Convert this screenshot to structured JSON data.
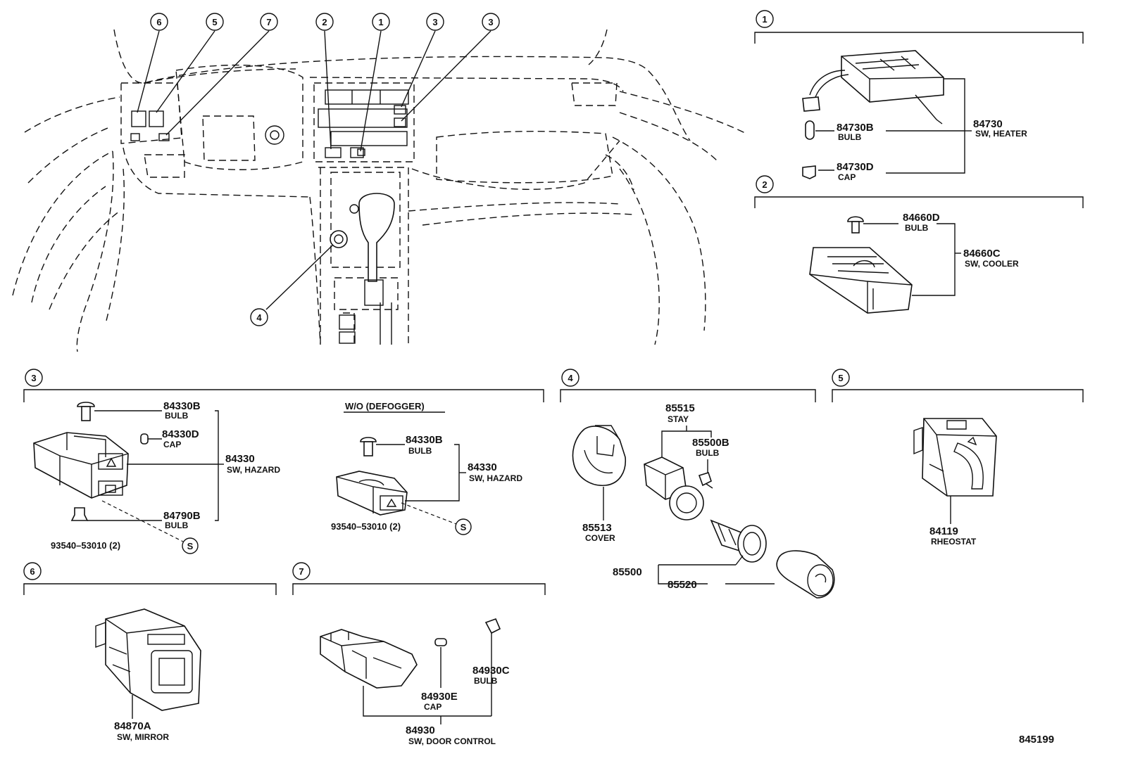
{
  "drawing_id": "845199",
  "callouts": [
    "6",
    "5",
    "7",
    "2",
    "1",
    "3",
    "3",
    "4"
  ],
  "sections": {
    "s1": {
      "num": "1",
      "parts": [
        {
          "no": "84730",
          "desc": "SW, HEATER"
        },
        {
          "no": "84730B",
          "desc": "BULB"
        },
        {
          "no": "84730D",
          "desc": "CAP"
        }
      ]
    },
    "s2": {
      "num": "2",
      "parts": [
        {
          "no": "84660D",
          "desc": "BULB"
        },
        {
          "no": "84660C",
          "desc": "SW, COOLER"
        }
      ]
    },
    "s3": {
      "num": "3",
      "variant": "W/O (DEFOGGER)",
      "parts": [
        {
          "no": "84330B",
          "desc": "BULB"
        },
        {
          "no": "84330D",
          "desc": "CAP"
        },
        {
          "no": "84330",
          "desc": "SW, HAZARD"
        },
        {
          "no": "84790B",
          "desc": "BULB"
        }
      ],
      "screw": "93540–53010 (2)",
      "screw_symbol": "S",
      "variant_parts": [
        {
          "no": "84330B",
          "desc": "BULB"
        },
        {
          "no": "84330",
          "desc": "SW, HAZARD"
        }
      ],
      "variant_screw": "93540–53010 (2)"
    },
    "s4": {
      "num": "4",
      "parts": [
        {
          "no": "85515",
          "desc": "STAY"
        },
        {
          "no": "85500B",
          "desc": "BULB"
        },
        {
          "no": "85513",
          "desc": "COVER"
        },
        {
          "no": "85500",
          "desc": ""
        },
        {
          "no": "85520",
          "desc": ""
        }
      ]
    },
    "s5": {
      "num": "5",
      "parts": [
        {
          "no": "84119",
          "desc": "RHEOSTAT"
        }
      ]
    },
    "s6": {
      "num": "6",
      "parts": [
        {
          "no": "84870A",
          "desc": "SW, MIRROR"
        }
      ]
    },
    "s7": {
      "num": "7",
      "parts": [
        {
          "no": "84930C",
          "desc": "BULB"
        },
        {
          "no": "84930E",
          "desc": "CAP"
        },
        {
          "no": "84930",
          "desc": "SW, DOOR CONTROL"
        }
      ]
    }
  }
}
